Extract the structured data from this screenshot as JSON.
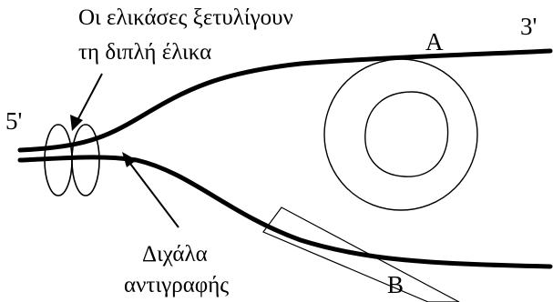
{
  "labels": {
    "helicase_line1": "Οι ελικάσες ξετυλίγουν",
    "helicase_line2": "τη διπλή έλικα",
    "fork_line1": "Διχάλα",
    "fork_line2": "αντιγραφής",
    "end_5prime": "5'",
    "end_3prime": "3'",
    "strand_a": "A",
    "strand_b": "B"
  },
  "colors": {
    "ink": "#000000",
    "background": "#ffffff"
  }
}
